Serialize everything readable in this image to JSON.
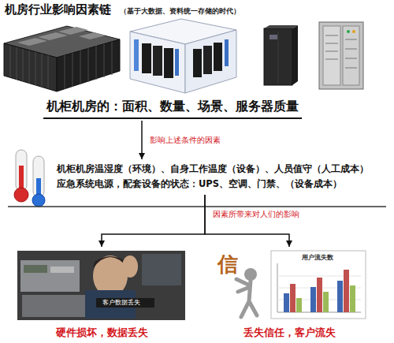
{
  "diagram": {
    "title": "机房行业影响因素链",
    "nodes": [
      {
        "text": [
          "机柜机房的：面积、数量、场景、服务器质量"
        ]
      },
      {
        "text": [
          "机柜机房温湿度（环境）、自身工作温度（设备）、人员值守（人工成本）",
          "应急系统电源，配套设备的状态：UPS、空调、门禁、（设备成本）"
        ]
      },
      {
        "text": [
          "硬件损坏，数据丢失"
        ]
      },
      {
        "text": [
          "丢失信任，客户流失"
        ]
      }
    ],
    "edges": [
      {
        "from": 0,
        "to": 1,
        "arrow": "to",
        "label": "影响上述条件的因素"
      },
      {
        "from": 1,
        "to": 2,
        "arrow": "to",
        "label": "因素所带来对人们的影响"
      },
      {
        "from": 1,
        "to": 3,
        "arrow": "to"
      }
    ],
    "labels": [
      "（基于大数据、资料统一存储的时代）",
      "客户数据丢失",
      "用户流失数",
      "信"
    ]
  }
}
